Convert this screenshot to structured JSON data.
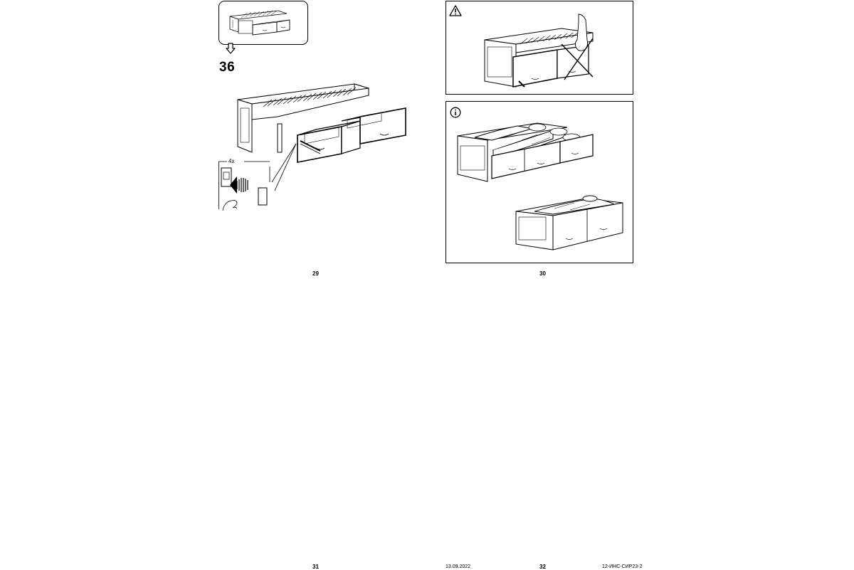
{
  "step": {
    "number": "36"
  },
  "callout": {
    "quantity": "4x"
  },
  "pages": {
    "upper_left": "29",
    "upper_right": "30",
    "lower_left": "31",
    "lower_right": "32"
  },
  "footer": {
    "date": "13.09.2022",
    "doc_code": "12-ИНС-СИР23-2"
  },
  "icons": {
    "warning": "warning-triangle-icon",
    "info": "info-circle-icon",
    "arrow": "down-arrow-icon"
  }
}
